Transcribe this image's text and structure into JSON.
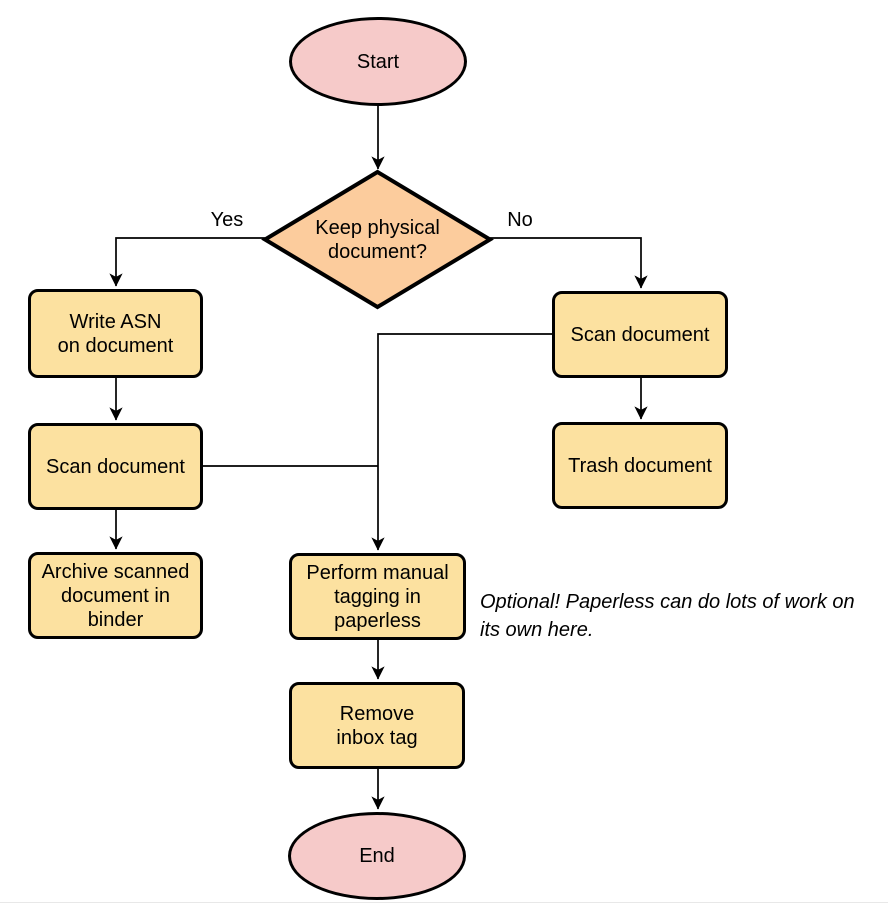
{
  "nodes": {
    "start": {
      "label": "Start",
      "shape": "ellipse",
      "fill": "#f6cac9"
    },
    "decision": {
      "label": "Keep physical\ndocument?",
      "shape": "diamond",
      "fill": "#fccc9d"
    },
    "write_asn": {
      "label": "Write ASN\non document",
      "shape": "rounded-rect",
      "fill": "#fce1a0"
    },
    "scan_left": {
      "label": "Scan document",
      "shape": "rounded-rect",
      "fill": "#fce1a0"
    },
    "archive": {
      "label": "Archive scanned\ndocument in\nbinder",
      "shape": "rounded-rect",
      "fill": "#fce1a0"
    },
    "scan_right": {
      "label": "Scan document",
      "shape": "rounded-rect",
      "fill": "#fce1a0"
    },
    "trash": {
      "label": "Trash document",
      "shape": "rounded-rect",
      "fill": "#fce1a0"
    },
    "tagging": {
      "label": "Perform manual\ntagging in\npaperless",
      "shape": "rounded-rect",
      "fill": "#fce1a0"
    },
    "remove_inbox": {
      "label": "Remove\ninbox tag",
      "shape": "rounded-rect",
      "fill": "#fce1a0"
    },
    "end": {
      "label": "End",
      "shape": "ellipse",
      "fill": "#f6cac9"
    }
  },
  "edge_labels": {
    "yes": "Yes",
    "no": "No"
  },
  "annotation": {
    "text": "Optional! Paperless can do lots of work on\nits own here."
  },
  "colors": {
    "stroke": "#000000",
    "process_fill": "#fce1a0",
    "decision_fill": "#fccc9d",
    "terminal_fill": "#f6cac9",
    "background": "#ffffff"
  }
}
